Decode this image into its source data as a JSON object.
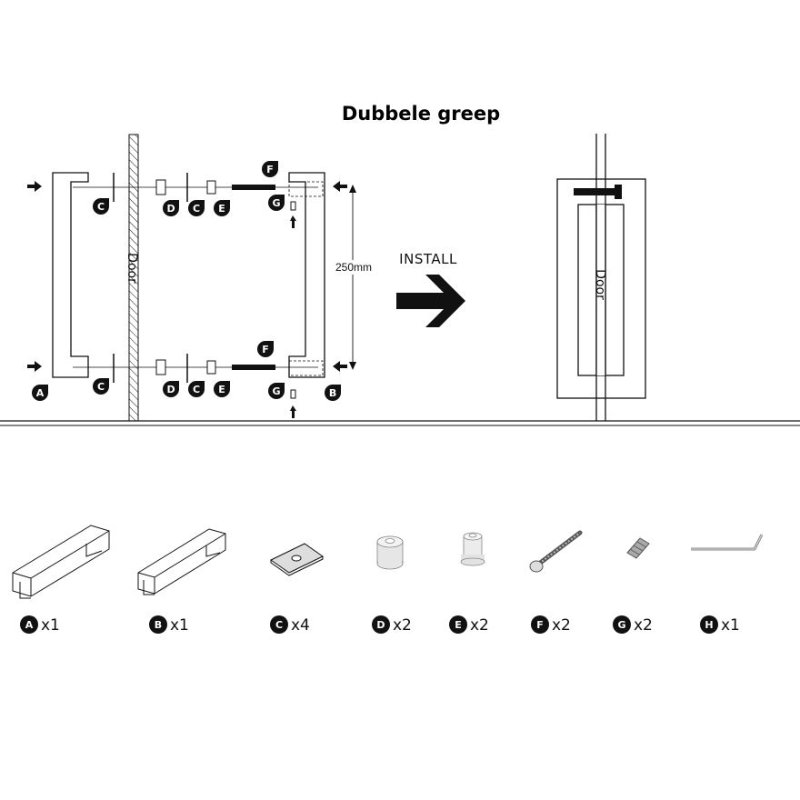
{
  "title": "Dubbele greep",
  "install_label": "INSTALL",
  "dimension_label": "250mm",
  "door_label": "Door",
  "callouts": {
    "A": "A",
    "B": "B",
    "C": "C",
    "D": "D",
    "E": "E",
    "F": "F",
    "G": "G",
    "H": "H"
  },
  "parts": [
    {
      "letter": "A",
      "qty": "x1",
      "icon": "long-handle-icon"
    },
    {
      "letter": "B",
      "qty": "x1",
      "icon": "long-handle-icon"
    },
    {
      "letter": "C",
      "qty": "x4",
      "icon": "washer-plate-icon"
    },
    {
      "letter": "D",
      "qty": "x2",
      "icon": "spacer-icon"
    },
    {
      "letter": "E",
      "qty": "x2",
      "icon": "bushing-icon"
    },
    {
      "letter": "F",
      "qty": "x2",
      "icon": "bolt-icon"
    },
    {
      "letter": "G",
      "qty": "x2",
      "icon": "grub-screw-icon"
    },
    {
      "letter": "H",
      "qty": "x1",
      "icon": "allen-key-icon"
    }
  ],
  "colors": {
    "line": "#111111",
    "badge": "#111111",
    "background": "#ffffff"
  }
}
